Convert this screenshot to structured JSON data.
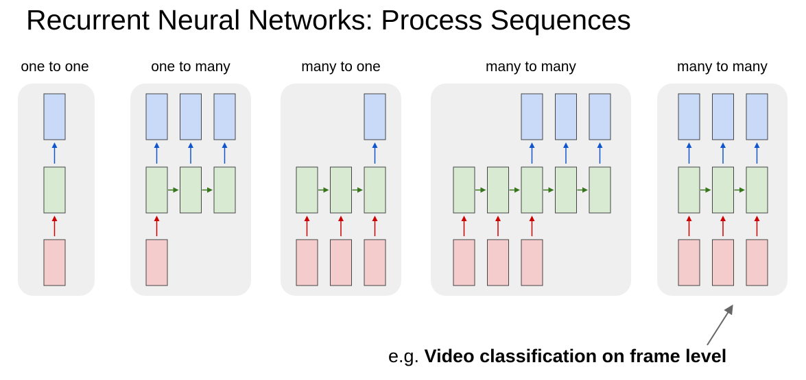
{
  "title": "Recurrent Neural Networks: Process Sequences",
  "panels": [
    {
      "label": "one to one",
      "inputs": [
        1
      ],
      "hidden": [
        1
      ],
      "outputs": [
        1
      ]
    },
    {
      "label": "one to many",
      "inputs": [
        1,
        0,
        0
      ],
      "hidden": [
        1,
        1,
        1
      ],
      "outputs": [
        1,
        1,
        1
      ]
    },
    {
      "label": "many to one",
      "inputs": [
        1,
        1,
        1
      ],
      "hidden": [
        1,
        1,
        1
      ],
      "outputs": [
        0,
        0,
        1
      ]
    },
    {
      "label": "many to many",
      "inputs": [
        1,
        1,
        1,
        0,
        0
      ],
      "hidden": [
        1,
        1,
        1,
        1,
        1
      ],
      "outputs": [
        0,
        0,
        1,
        1,
        1
      ]
    },
    {
      "label": "many to many",
      "inputs": [
        1,
        1,
        1
      ],
      "hidden": [
        1,
        1,
        1
      ],
      "outputs": [
        1,
        1,
        1
      ]
    }
  ],
  "caption": {
    "prefix": "e.g. ",
    "bold": "Video classification on frame level"
  },
  "colors": {
    "input_fill": "#f4cccc",
    "hidden_fill": "#d9ead3",
    "output_fill": "#c9daf8",
    "box_stroke": "#444444",
    "panel_bg": "#efefef",
    "arrow_up_input": "#cc0000",
    "arrow_up_output": "#1155cc",
    "arrow_recurrent": "#38761d",
    "pointer_arrow": "#666666"
  }
}
